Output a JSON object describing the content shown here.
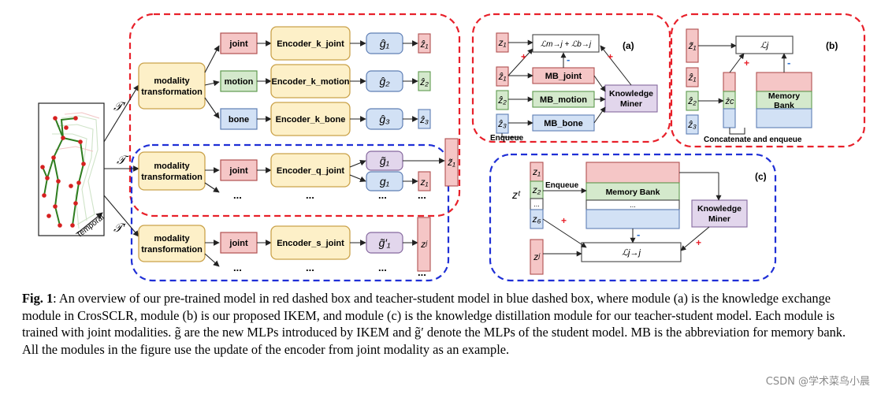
{
  "labels": {
    "modality_transformation": "modality transformation",
    "joint": "joint",
    "motion": "motion",
    "bone": "bone",
    "encoder_k_joint": "Encoder_k_joint",
    "encoder_k_motion": "Encoder_k_motion",
    "encoder_k_bone": "Encoder_k_bone",
    "encoder_q_joint": "Encoder_q_joint",
    "encoder_s_joint": "Encoder_s_joint",
    "ellipsis": "...",
    "temporal": "Temporal",
    "t_prime": "𝒯′",
    "t_plain": "𝒯",
    "g_hat_1": "ĝ₁",
    "g_hat_2": "ĝ₂",
    "g_hat_3": "ĝ₃",
    "z_hat_1": "ẑ₁",
    "z_hat_2": "ẑ₂",
    "z_hat_3": "ẑ₃",
    "g_tilde_1": "g̃₁",
    "g_1": "g₁",
    "z_tilde_1": "z̃₁",
    "z_1": "z₁",
    "g_tilde_prime_1": "g̃′₁",
    "z_j": "zʲ"
  },
  "module_a": {
    "tag": "(a)",
    "loss": "ℒm→j + ℒb→j",
    "mb_joint": "MB_joint",
    "mb_motion": "MB_motion",
    "mb_bone": "MB_bone",
    "knowledge_miner": "Knowledge Miner",
    "enqueue": "Enqueue",
    "z1": "z₁",
    "zhat1": "ẑ₁",
    "zhat2": "ẑ₂",
    "zhat3": "ẑ₃",
    "plus": "+",
    "minus": "-"
  },
  "module_b": {
    "tag": "(b)",
    "loss": "ℒj",
    "memory_bank": "Memory Bank",
    "zc": "ẑc",
    "caption": "Concatenate and enqueue",
    "ztilde1": "z̃₁",
    "zhat1": "ẑ₁",
    "zhat2": "ẑ₂",
    "zhat3": "ẑ₃",
    "plus": "+",
    "minus": "-"
  },
  "module_c": {
    "tag": "(c)",
    "zt": "zᵗ",
    "enqueue": "Enqueue",
    "memory_bank": "Memory Bank",
    "mb_dots": "...",
    "knowledge_miner": "Knowledge Miner",
    "loss": "ℒj→j",
    "z1": "z₁",
    "z2": "z₂",
    "zdots": "...",
    "z6": "z₆",
    "zj": "zʲ",
    "plus": "+",
    "minus": "-"
  },
  "caption": {
    "label": "Fig. 1",
    "text": ": An overview of our pre-trained model in red dashed box and teacher-student model in blue dashed box, where module (a) is the knowledge exchange module in CrosSCLR, module (b) is our proposed IKEM, and module (c) is the knowledge distillation module for our teacher-student model. Each module is trained with joint modalities. g̃ are the new MLPs introduced by IKEM and g̃′ denote the MLPs of the student model. MB is the abbreviation for memory bank. All the modules in the figure use the update of the encoder from joint modality as an example."
  },
  "watermark": "CSDN @学术菜鸟小晨",
  "colors": {
    "red_dash": "#e8202a",
    "blue_dash": "#1f2fd6",
    "yellow_fill": "#fdf0c8",
    "yellow_stroke": "#caa24a",
    "pink_fill": "#f5c6c6",
    "pink_stroke": "#b05050",
    "green_fill": "#d4e9cc",
    "green_stroke": "#5f9a4f",
    "blue_fill": "#d2e1f5",
    "blue_stroke": "#5f7fb5",
    "purple_fill": "#e2d6ec",
    "purple_stroke": "#85689e",
    "plus_red": "#e8202a",
    "minus_blue": "#2a6fd0"
  }
}
